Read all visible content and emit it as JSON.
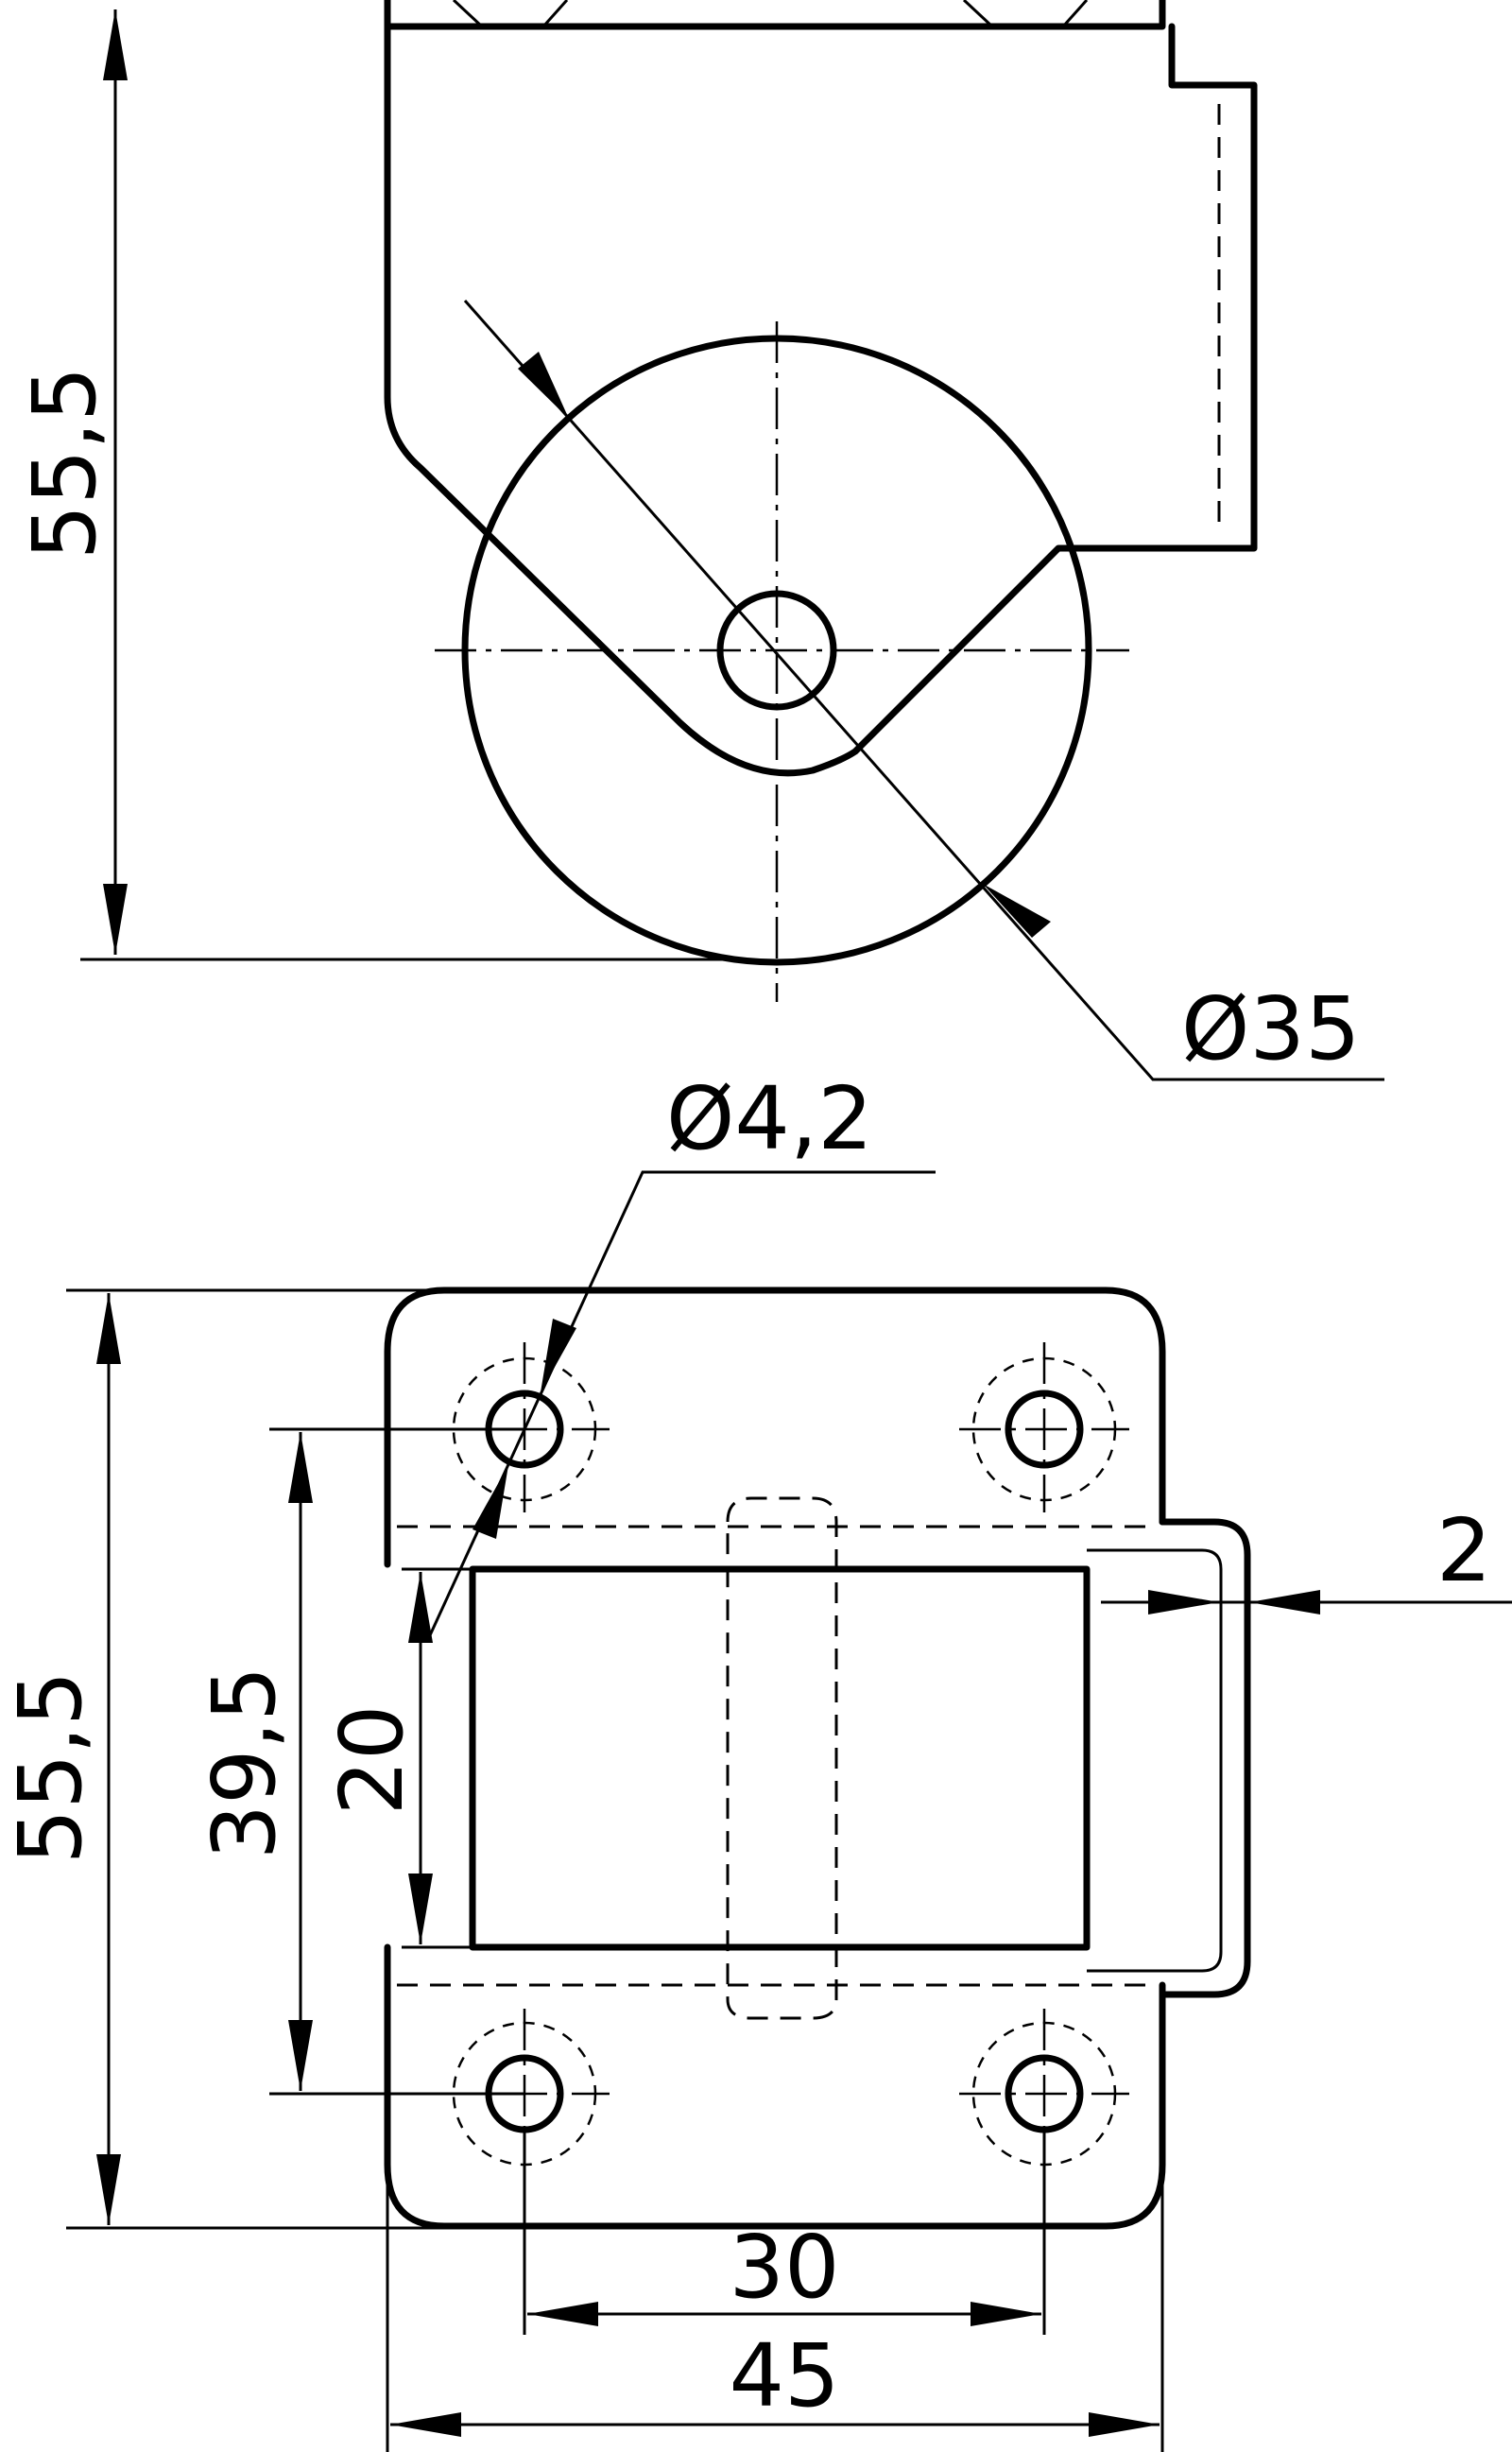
{
  "side_view": {
    "height_label": "55,5",
    "wheel_diameter_label": "Ø35"
  },
  "top_view": {
    "hole_diameter_label": "Ø4,2",
    "height_label": "55,5",
    "hole_spacing_vertical_label": "39,5",
    "slot_label": "20",
    "wall_label": "2",
    "hole_spacing_horizontal_label": "30",
    "width_label": "45"
  }
}
